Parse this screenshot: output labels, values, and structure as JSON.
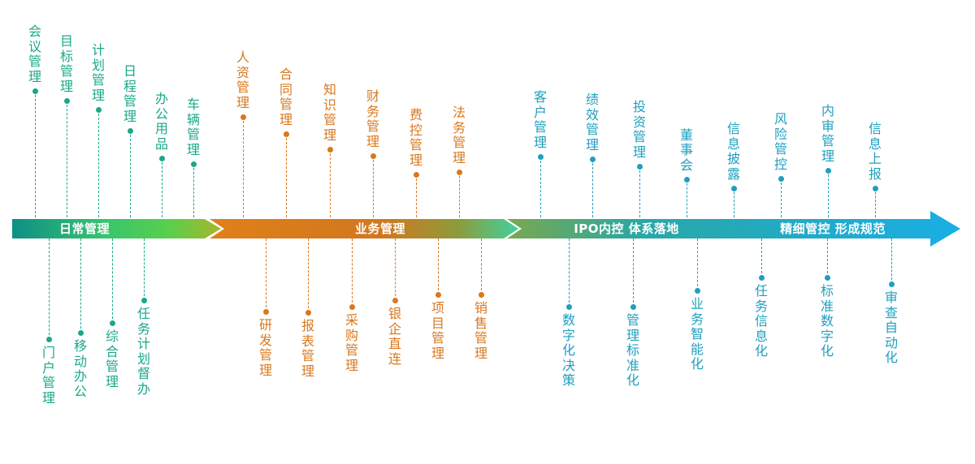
{
  "colors": {
    "phase1": "#1aa88a",
    "phase2": "#d9781e",
    "phase3": "#1f9fbf"
  },
  "timeline": {
    "segments": [
      {
        "label": "日常管理"
      },
      {
        "label": "业务管理"
      },
      {
        "label": "IPO内控  体系落地"
      },
      {
        "label": "精细管控  形成规范"
      }
    ]
  },
  "phases": [
    {
      "top": [
        "会议管理",
        "目标管理",
        "计划管理",
        "日程管理",
        "办公用品",
        "车辆管理"
      ],
      "bottom": [
        "门户管理",
        "移动办公",
        "综合管理",
        "任务计划督办"
      ]
    },
    {
      "top": [
        "人资管理",
        "合同管理",
        "知识管理",
        "财务管理",
        "费控管理",
        "法务管理"
      ],
      "bottom": [
        "研发管理",
        "报表管理",
        "采购管理",
        "银企直连",
        "项目管理",
        "销售管理"
      ]
    },
    {
      "top": [
        "客户管理",
        "绩效管理",
        "投资管理",
        "董事会",
        "信息披露",
        "风险管控",
        "内审管理",
        "信息上报"
      ],
      "bottom": [
        "数字化决策",
        "管理标准化",
        "业务智能化",
        "任务信息化",
        "标准数字化",
        "审查自动化"
      ]
    }
  ]
}
